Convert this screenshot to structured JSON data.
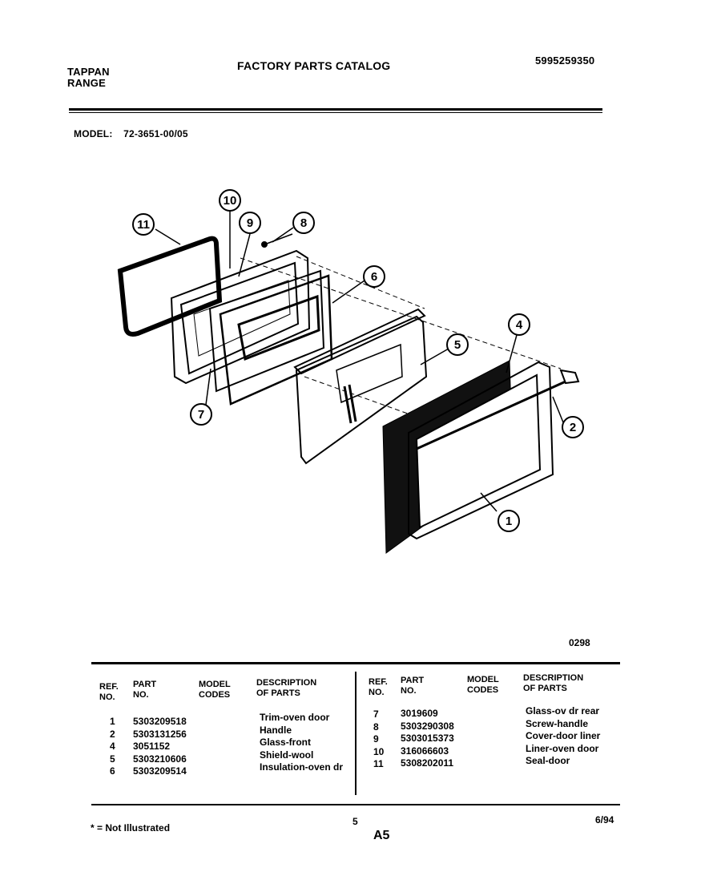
{
  "header": {
    "brand_line1": "TAPPAN",
    "brand_line2": "RANGE",
    "title": "FACTORY PARTS CATALOG",
    "catalog_number": "5995259350"
  },
  "model": {
    "label": "MODEL:",
    "value": "72-3651-00/05"
  },
  "diagram": {
    "callouts": [
      "1",
      "2",
      "4",
      "5",
      "6",
      "7",
      "8",
      "9",
      "10",
      "11"
    ],
    "figure_code": "0298"
  },
  "table": {
    "headers": {
      "ref_no": [
        "REF.",
        "NO."
      ],
      "part_no": [
        "PART",
        "NO."
      ],
      "model_codes": [
        "MODEL",
        "CODES"
      ],
      "description": [
        "DESCRIPTION",
        "OF PARTS"
      ]
    },
    "left_rows": [
      {
        "ref": "1",
        "part": "5303209518",
        "desc": "Trim-oven door"
      },
      {
        "ref": "2",
        "part": "5303131256",
        "desc": "Handle"
      },
      {
        "ref": "4",
        "part": "3051152",
        "desc": "Glass-front"
      },
      {
        "ref": "5",
        "part": "5303210606",
        "desc": "Shield-wool"
      },
      {
        "ref": "6",
        "part": "5303209514",
        "desc": "Insulation-oven dr"
      }
    ],
    "right_rows": [
      {
        "ref": "7",
        "part": "3019609",
        "desc": "Glass-ov dr rear"
      },
      {
        "ref": "8",
        "part": "5303290308",
        "desc": "Screw-handle"
      },
      {
        "ref": "9",
        "part": "5303015373",
        "desc": "Cover-door liner"
      },
      {
        "ref": "10",
        "part": "316066603",
        "desc": "Liner-oven door"
      },
      {
        "ref": "11",
        "part": "5308202011",
        "desc": "Seal-door"
      }
    ]
  },
  "footer": {
    "note": "* = Not Illustrated",
    "page": "5",
    "section": "A5",
    "date": "6/94"
  }
}
